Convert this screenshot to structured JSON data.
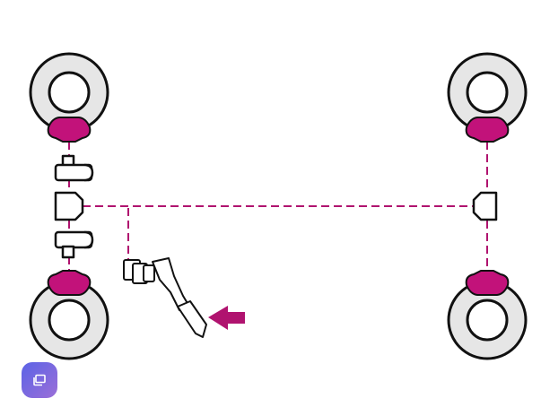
{
  "diagram": {
    "kind": "brake-system-schematic",
    "components": [
      {
        "name": "wheel-front-left"
      },
      {
        "name": "wheel-front-right"
      },
      {
        "name": "wheel-rear-left"
      },
      {
        "name": "wheel-rear-right"
      },
      {
        "name": "brake-caliper",
        "count": 4
      },
      {
        "name": "wheel-cylinder",
        "count": 2
      },
      {
        "name": "junction-block",
        "count": 2
      },
      {
        "name": "brake-pedal"
      },
      {
        "name": "press-direction-arrow"
      }
    ],
    "colors": {
      "accent": "#c2127a",
      "line": "#b0136f",
      "tire": "#e6e6e6",
      "outline": "#111111"
    }
  },
  "overlay_button": {
    "icon": "window-stack-icon",
    "gradient": [
      "#5b63e6",
      "#9b6fd8"
    ]
  }
}
